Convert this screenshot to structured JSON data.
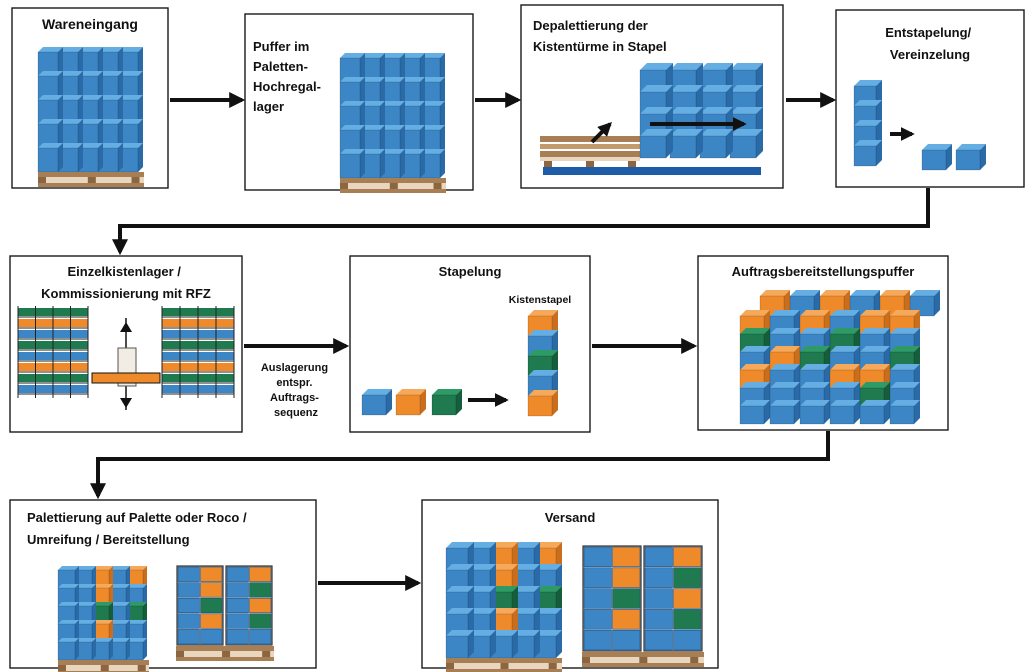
{
  "colors": {
    "blue": "#3d86c6",
    "blue_top": "#65aee4",
    "blue_side": "#2a6aa6",
    "orange": "#ef8a2b",
    "orange_top": "#f6a95a",
    "green": "#1f7a4f",
    "green_top": "#2e9a66",
    "pallet_wood": "#a87f55",
    "pallet_light": "#e8d6bf",
    "conveyor": "#1f5ca8"
  },
  "steps": [
    {
      "id": "wareneingang",
      "lines": [
        "Wareneingang"
      ]
    },
    {
      "id": "puffer",
      "lines": [
        "Puffer im",
        "Paletten-",
        "Hochregal-",
        "lager"
      ]
    },
    {
      "id": "depalettierung",
      "lines": [
        "Depalettierung der",
        "Kistentürme in Stapel"
      ]
    },
    {
      "id": "entstapelung",
      "lines": [
        "Entstapelung/",
        "Vereinzelung"
      ]
    },
    {
      "id": "einzelkistenlager",
      "lines": [
        "Einzelkistenlager /",
        "Kommissionierung mit RFZ"
      ]
    },
    {
      "id": "stapelung",
      "lines": [
        "Stapelung"
      ]
    },
    {
      "id": "auftragsbereitstellung",
      "lines": [
        "Auftragsbereitstellungspuffer"
      ]
    },
    {
      "id": "palettierung",
      "lines": [
        "Palettierung auf Palette oder Roco /",
        "Umreifung / Bereitstellung"
      ]
    },
    {
      "id": "versand",
      "lines": [
        "Versand"
      ]
    }
  ],
  "annotations": {
    "kistenstapel": "Kistenstapel",
    "auslagerung": [
      "Auslagerung",
      "entspr.",
      "Auftrags-",
      "sequenz"
    ]
  },
  "icons": {
    "pallet_stack": "blue-crate-pallet-stack-icon",
    "pallet": "wooden-pallet-icon",
    "shelf": "shelf-rack-icon",
    "rfz": "storage-retrieval-machine-icon",
    "crate": "crate-icon",
    "arrow": "flow-arrow-icon"
  }
}
